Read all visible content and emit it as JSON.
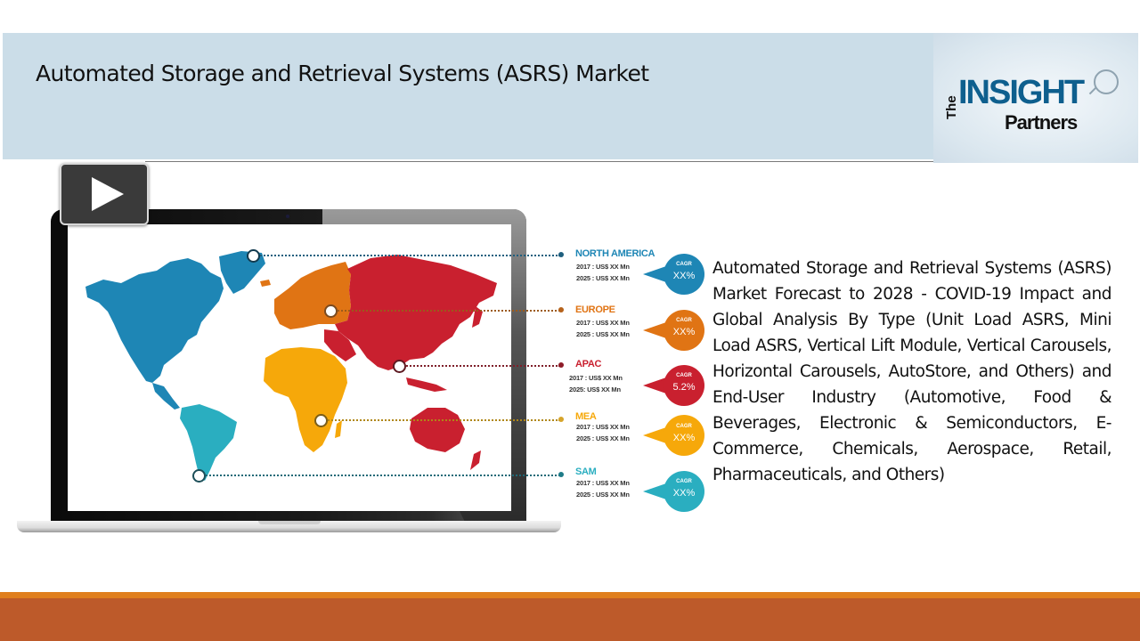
{
  "slide": {
    "title": "Automated Storage and Retrieval Systems (ASRS) Market",
    "description": "Automated Storage and Retrieval Systems (ASRS) Market Forecast to 2028 - COVID-19 Impact and Global Analysis By Type (Unit Load ASRS, Mini Load ASRS, Vertical Lift Module, Vertical Carousels, Horizontal Carousels, AutoStore, and Others) and End-User Industry (Automotive, Food & Beverages, Electronic & Semiconductors, E-Commerce, Chemicals, Aerospace, Retail, Pharmaceuticals, and Others)"
  },
  "logo": {
    "the": "The",
    "insight": "INSIGHT",
    "partners": "Partners"
  },
  "video": {
    "play_icon": "play-icon"
  },
  "regions": [
    {
      "name": "NORTH AMERICA",
      "line1": "2017 : US$ XX Mn",
      "line2": "2025 : US$ XX Mn",
      "cagr_label": "CAGR",
      "cagr_value": "XX%",
      "color": "#1e86b5"
    },
    {
      "name": "EUROPE",
      "line1": "2017 : US$ XX  Mn",
      "line2": "2025 : US$ XX Mn",
      "cagr_label": "CAGR",
      "cagr_value": "XX%",
      "color": "#e07414"
    },
    {
      "name": "APAC",
      "line1": "2017 : US$ XX Mn",
      "line2": "2025:  US$ XX Mn",
      "cagr_label": "CAGR",
      "cagr_value": "5.2%",
      "color": "#c9202f"
    },
    {
      "name": "MEA",
      "line1": "2017 : US$ XX  Mn",
      "line2": "2025 : US$ XX  Mn",
      "cagr_label": "CAGR",
      "cagr_value": "XX%",
      "color": "#f6a80a"
    },
    {
      "name": "SAM",
      "line1": "2017 : US$  XX  Mn",
      "line2": "2025 : US$  XX Mn",
      "cagr_label": "CAGR",
      "cagr_value": "XX%",
      "color": "#2aaec0"
    }
  ],
  "theme": {
    "header_bg": "#cbdde8",
    "footer_stripe": "#e07f1e",
    "footer_band": "#bd5a2a",
    "logo_blue": "#0e5f8e"
  }
}
